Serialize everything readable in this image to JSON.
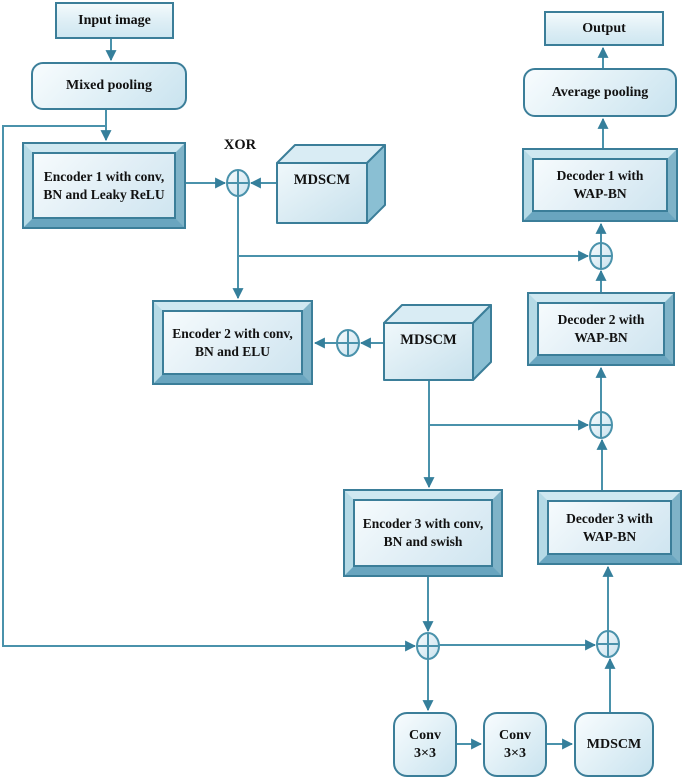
{
  "figure": {
    "annotations": {
      "xor": "XOR"
    },
    "colors": {
      "line": "#4a92ab",
      "arrow": "#357f9b",
      "border": "#3b7e99",
      "box_fill_light": "#f6fbfd",
      "box_fill_dark": "#cfe5f0",
      "bevel_dark": "#69a5bf",
      "cube_side": "#8abfd3"
    },
    "nodes": {
      "input_image": "Input image",
      "mixed_pooling": "Mixed pooling",
      "encoder1": "Encoder 1 with conv, BN and Leaky ReLU",
      "mdscm1": "MDSCM",
      "encoder2": "Encoder 2 with conv, BN and ELU",
      "mdscm2": "MDSCM",
      "encoder3": "Encoder 3 with conv, BN and swish",
      "decoder1": "Decoder 1 with WAP-BN",
      "decoder2": "Decoder 2 with WAP-BN",
      "decoder3": "Decoder 3 with WAP-BN",
      "average_pooling": "Average pooling",
      "output": "Output",
      "conv_a": {
        "line1": "Conv",
        "line2": "3×3"
      },
      "conv_b": {
        "line1": "Conv",
        "line2": "3×3"
      },
      "mdscm3": "MDSCM"
    }
  }
}
